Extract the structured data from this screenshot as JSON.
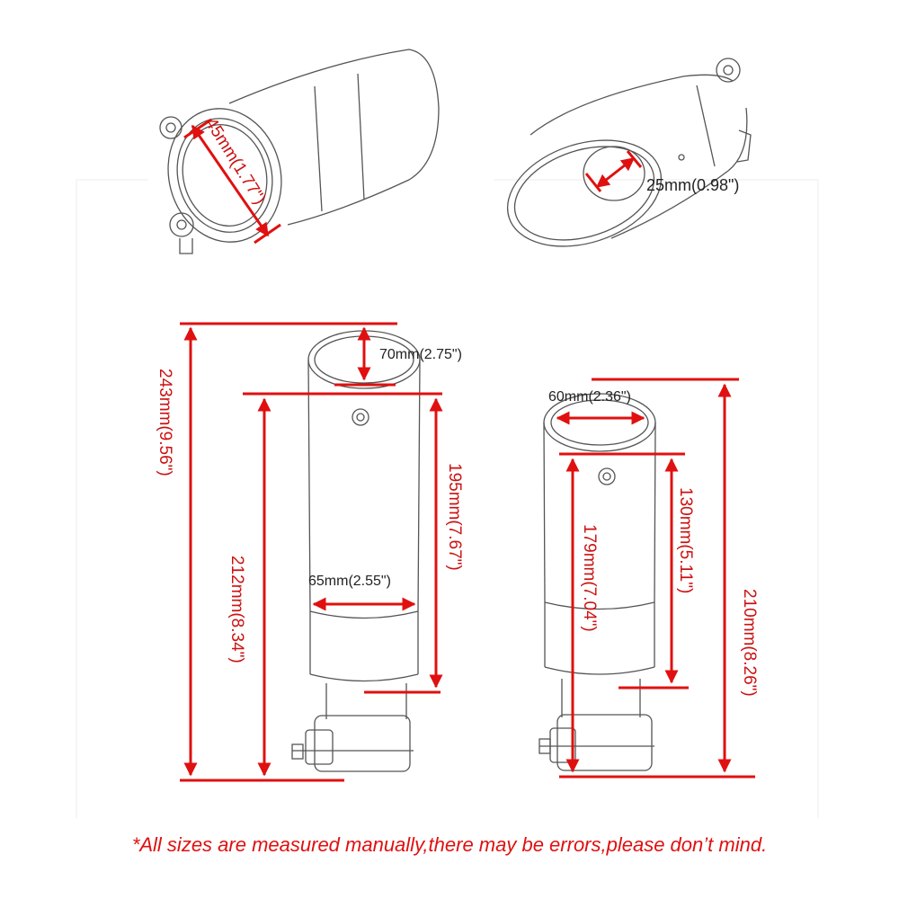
{
  "dimensions": {
    "inlet_diameter": "45mm(1.77\")",
    "outlet_diameter": "25mm(0.98\")",
    "tip_depth_a": "70mm(2.75\")",
    "total_length_a": "243mm(9.56\")",
    "body_length_a": "212mm(8.34\")",
    "body_length_a2": "195mm(7.67\")",
    "body_diameter_a": "65mm(2.55\")",
    "tip_diameter_b": "60mm(2.36\")",
    "total_length_b": "210mm(8.26\")",
    "body_length_b": "179mm(7.04\")",
    "body_length_b2": "130mm(5.11\")"
  },
  "note": "*All sizes are measured manually,there may be errors,please don’t mind.",
  "colors": {
    "dimension": "#e01010",
    "outline": "#555555"
  }
}
